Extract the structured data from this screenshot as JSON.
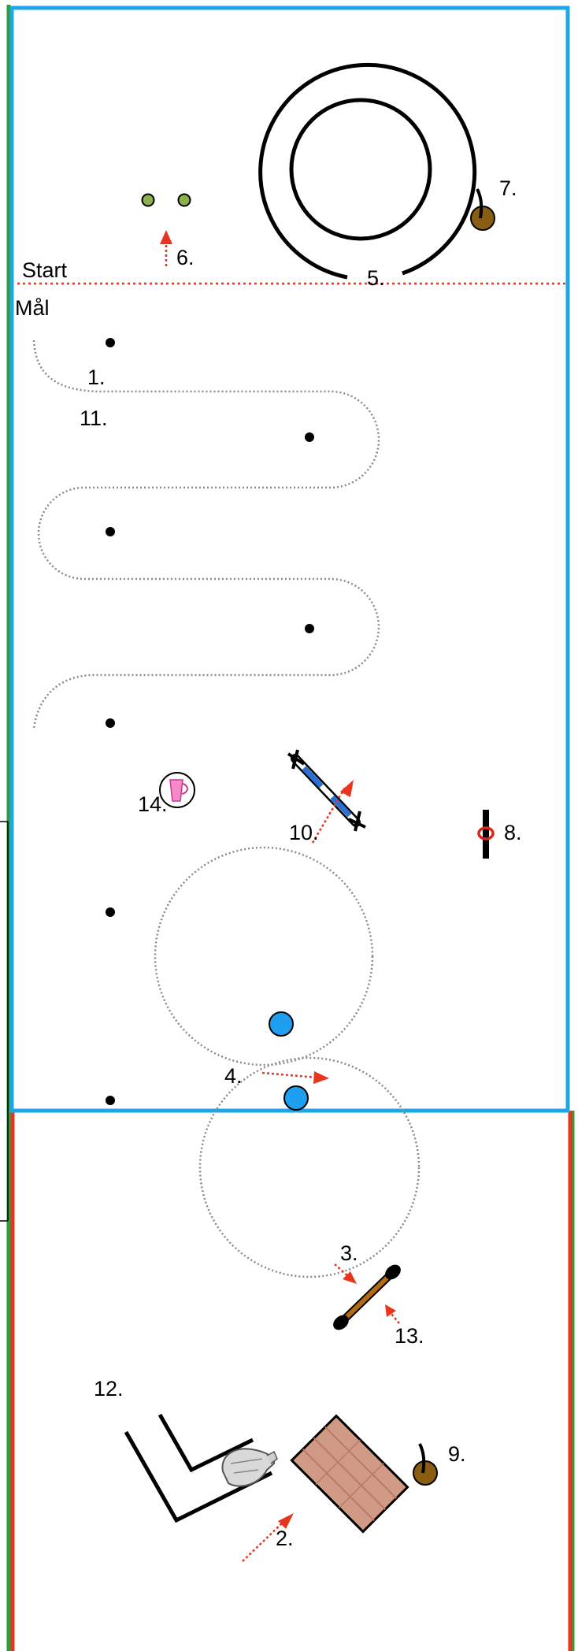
{
  "labels": {
    "start": "Start",
    "maal": "Mål",
    "o1": "1.",
    "o2": "2.",
    "o3": "3.",
    "o4": "4.",
    "o5": "5.",
    "o6": "6.",
    "o7": "7.",
    "o8": "8.",
    "o9": "9.",
    "o10": "10.",
    "o11": "11.",
    "o12": "12.",
    "o13": "13.",
    "o14": "14."
  },
  "colors": {
    "arena_border": "#1ea7e8",
    "outer_left": "#2e9d3a",
    "lower_border": "#e8351e",
    "start_line": "#e8351e",
    "arrow": "#e8351e",
    "path": "#8a8a8a",
    "cone_green": "#8bb24a",
    "ball_blue": "#1e9fef",
    "bucket_brown": "#8a5e12",
    "pole_brown": "#b36a14",
    "bridge_wood": "#d09a84",
    "slalom_pole_blue": "#2a6fd1",
    "ring_red": "#d9251b"
  },
  "icons": {
    "bucket_7": "bucket-icon",
    "bucket_9": "bucket-icon",
    "cup_14": "cup-icon",
    "sack_12": "sack-icon",
    "bridge": "wooden-bridge-icon",
    "ground_pole": "ground-pole-icon",
    "jump": "jump-pole-icon",
    "gate_8": "gate-post-icon"
  }
}
